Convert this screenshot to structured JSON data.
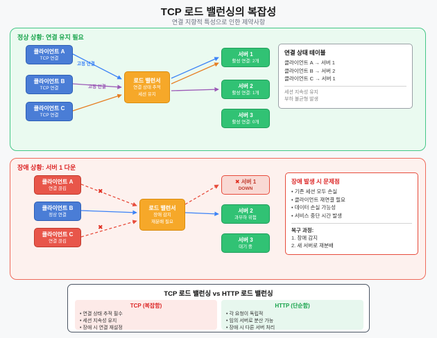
{
  "page": {
    "title": "TCP 로드 밸런싱의 복잡성",
    "subtitle": "연결 지향적 특성으로 인한 제약사항"
  },
  "icons": {
    "broken_connection": "✖",
    "server_down": "✖"
  },
  "normal": {
    "label": "정상 상황: 연결 유지 필요",
    "clients": [
      {
        "name": "클라이언트 A",
        "status": "TCP 연결"
      },
      {
        "name": "클라이언트 B",
        "status": "TCP 연결"
      },
      {
        "name": "클라이언트 C",
        "status": "TCP 연결"
      }
    ],
    "lb": {
      "name": "로드 밸런서",
      "line1": "연결 상태 추적",
      "line2": "세션 유지"
    },
    "servers": [
      {
        "name": "서버 1",
        "status": "활성 연결: 2개"
      },
      {
        "name": "서버 2",
        "status": "활성 연결: 1개"
      },
      {
        "name": "서버 3",
        "status": "활성 연결: 0개"
      }
    ],
    "edge_labels": [
      "고정 연결",
      "고정 연결"
    ],
    "table": {
      "title": "연결 상태 테이블",
      "rows": [
        "클라이언트 A → 서버 1",
        "클라이언트 B → 서버 2",
        "클라이언트 C → 서버 1"
      ],
      "notes": [
        "세션 지속성 유지",
        "부하 불균형 발생"
      ]
    }
  },
  "failure": {
    "label": "장애 상황: 서버 1 다운",
    "clients": [
      {
        "name": "클라이언트 A",
        "status": "연결 끊김"
      },
      {
        "name": "클라이언트 B",
        "status": "정상 연결"
      },
      {
        "name": "클라이언트 C",
        "status": "연결 끊김"
      }
    ],
    "lb": {
      "name": "로드 밸런서",
      "line1": "장애 감지",
      "line2": "재분배 필요"
    },
    "servers": [
      {
        "name": "서버 1",
        "status": "DOWN"
      },
      {
        "name": "서버 2",
        "status": "과부하 위험"
      },
      {
        "name": "서버 3",
        "status": "대기 중"
      }
    ],
    "problems": {
      "title": "장애 발생 시 문제점",
      "items": [
        "기존 세션 모두 손실",
        "클라이언트 재연결 필요",
        "데이터 손실 가능성",
        "서비스 중단 시간 발생"
      ],
      "recovery_title": "복구 과정:",
      "recovery_steps": [
        "1. 장애 감지",
        "2. 새 서버로 재분배"
      ]
    }
  },
  "comparison": {
    "title": "TCP 로드 밸런싱 vs HTTP 로드 밸런싱",
    "tcp": {
      "title": "TCP (복잡함)",
      "items": [
        "연결 상태 추적 필수",
        "세션 지속성 유지",
        "장애 시 연결 재설정"
      ]
    },
    "http": {
      "title": "HTTP (단순함)",
      "items": [
        "각 요청이 독립적",
        "임의 서버로 분산 가능",
        "장애 시 다른 서버 처리"
      ]
    }
  },
  "colors": {
    "normal_border": "#44c786",
    "fail_border": "#ef6a5a",
    "client_blue": "#4a7dd6",
    "client_red": "#e8564a",
    "lb_orange": "#f6a829",
    "server_green": "#31c274",
    "line_blue": "#3b82f6",
    "line_purple": "#9b59b6",
    "line_orange": "#e67e22",
    "line_red": "#e74c3c"
  }
}
